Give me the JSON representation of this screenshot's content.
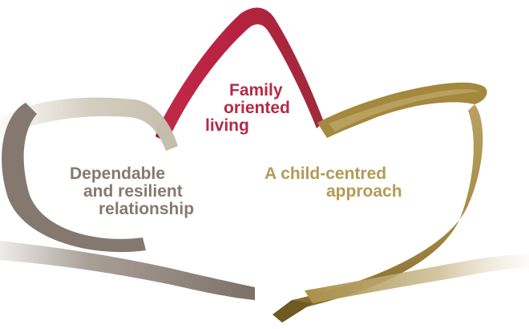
{
  "colors": {
    "red": "#b42a45",
    "grey": "#85796f",
    "grey_light": "#c9c3b3",
    "gold": "#b39a55",
    "gold_dark": "#8a7434"
  },
  "labels": {
    "family": {
      "line1": "Family",
      "line2": "oriented",
      "line3": "living"
    },
    "dependable": {
      "line1": "Dependable",
      "line2": "and resilient",
      "line3": "relationship"
    },
    "child": {
      "line1": "A child-centred",
      "line2": "approach"
    }
  }
}
